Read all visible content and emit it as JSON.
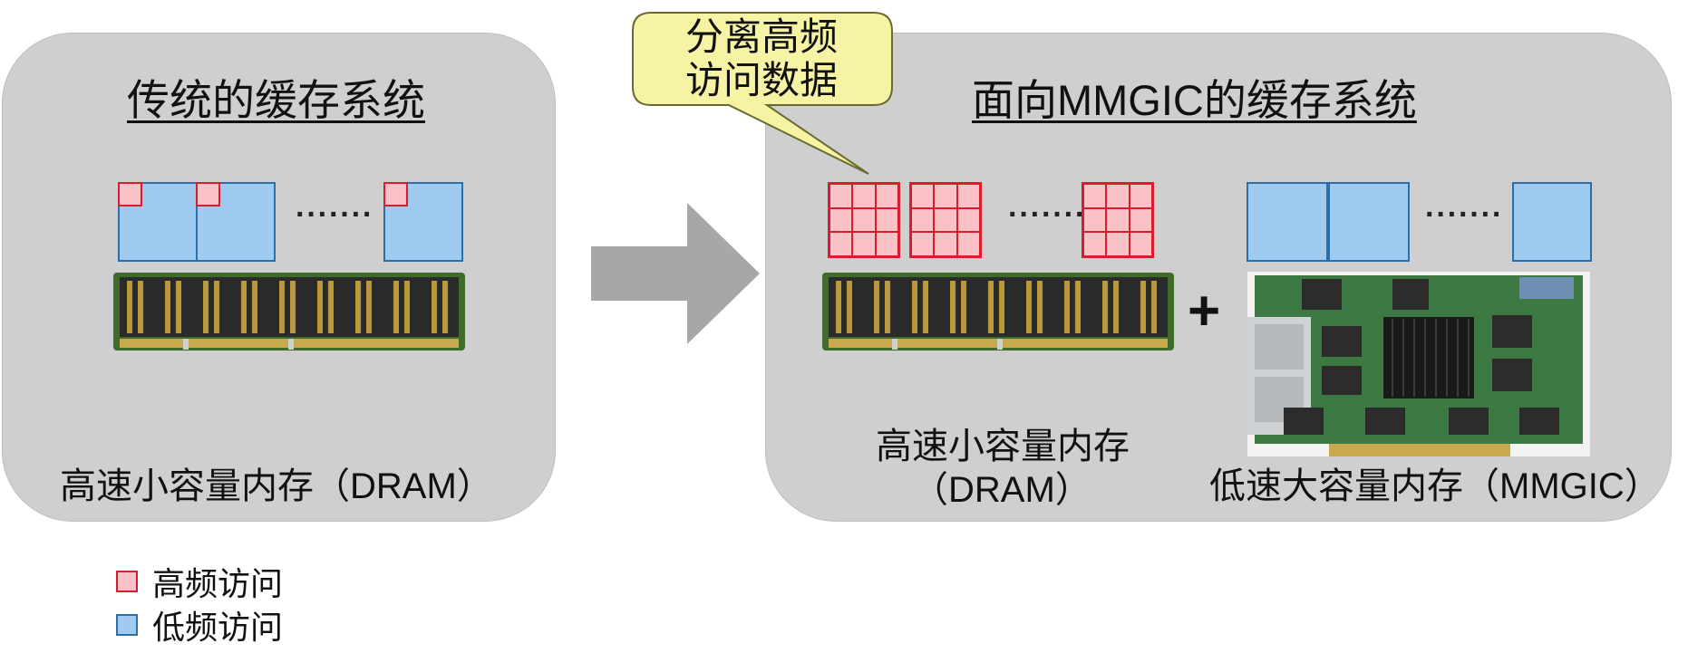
{
  "left": {
    "title": "传统的缓存系统",
    "caption": "高速小容量内存（DRAM）",
    "dots": "·······"
  },
  "right": {
    "title": "面向MMGIC的缓存系统",
    "callout_line1": "分离高频",
    "callout_line2": "访问数据",
    "dram_caption_line1": "高速小容量内存",
    "dram_caption_line2": "（DRAM）",
    "mmgic_caption": "低速大容量内存（MMGIC）",
    "dots_hot": "·······",
    "dots_cold": "·······",
    "plus": "+"
  },
  "legend": {
    "high": "高频访问",
    "low": "低频访问"
  },
  "colors": {
    "panel": "#cfcfcf",
    "hot_fill": "#fbc3c8",
    "hot_border": "#d81e2e",
    "cold_fill": "#9fcbf1",
    "cold_border": "#2e6ea6",
    "arrow": "#a7a7a7",
    "callout": "#f6f3a4"
  }
}
